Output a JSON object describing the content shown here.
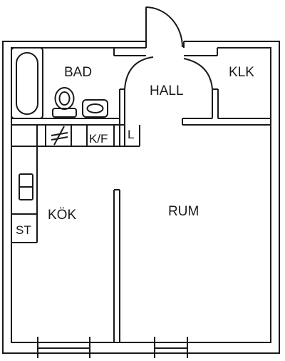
{
  "rooms": {
    "bad": "BAD",
    "hall": "HALL",
    "klk": "KLK",
    "kok": "KÖK",
    "rum": "RUM"
  },
  "fixtures": {
    "kf": "K/F",
    "l": "L",
    "st": "ST"
  },
  "icons": {
    "bathtub": "bathtub-icon",
    "toilet": "toilet-icon",
    "sink": "sink-icon",
    "cooktop": "cooktop-icon",
    "no_symbol": "crossed-symbol-icon"
  },
  "colors": {
    "line": "#1a1a1a",
    "background": "#ffffff"
  }
}
